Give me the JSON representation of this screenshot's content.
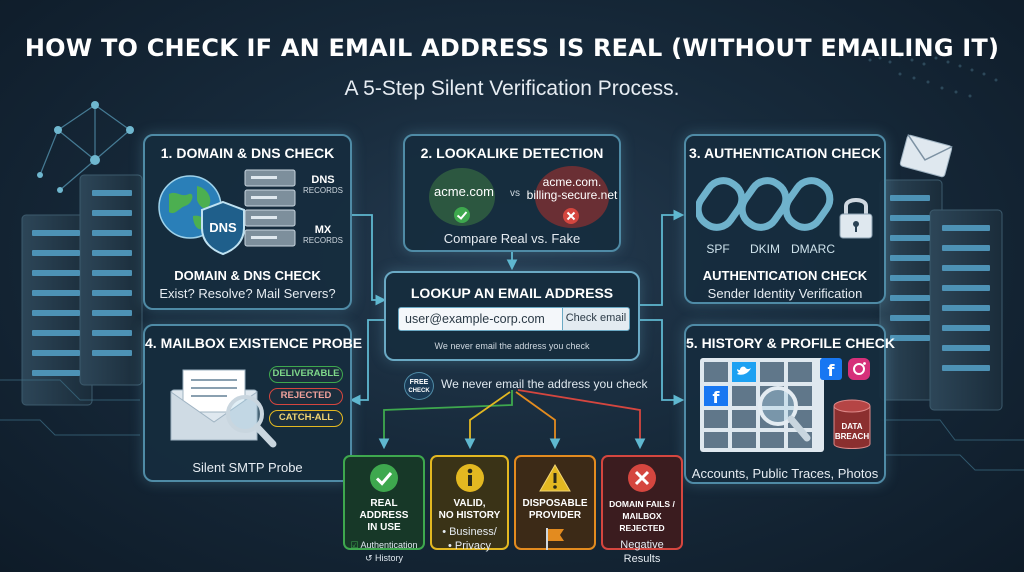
{
  "title": "HOW TO CHECK IF AN EMAIL ADDRESS IS REAL (WITHOUT EMAILING IT)",
  "subtitle": "A 5-Step Silent Verification Process.",
  "colors": {
    "panel_border": "#4f8ba6",
    "panel_bg": "#162c3e",
    "green": "#3ea84e",
    "yellow": "#e3b821",
    "orange": "#e38b1f",
    "red": "#d5463f",
    "arrow": "#5fb8d0"
  },
  "step1": {
    "title": "1. DOMAIN & DNS CHECK",
    "dns_label": "DNS",
    "dns_records": [
      "DNS",
      "RECORDS"
    ],
    "mx_records": [
      "MX",
      "RECORDS"
    ],
    "caption_title": "DOMAIN & DNS CHECK",
    "caption": "Exist? Resolve? Mail Servers?",
    "icons": [
      "globe-icon",
      "shield-icon",
      "server-stack-icon"
    ]
  },
  "step2": {
    "title": "2. LOOKALIKE DETECTION",
    "real_domain": "acme.com",
    "vs": "vs",
    "fake_domain_line1": "acme.com.",
    "fake_domain_line2": "billing-secure.net",
    "caption": "Compare Real vs. Fake"
  },
  "step3": {
    "title": "3. AUTHENTICATION CHECK",
    "protocols": [
      "SPF",
      "DKIM",
      "DMARC"
    ],
    "caption_title": "AUTHENTICATION CHECK",
    "caption": "Sender Identity Verification",
    "icons": [
      "chain-link-icon",
      "padlock-icon"
    ]
  },
  "lookup": {
    "title": "LOOKUP AN EMAIL ADDRESS",
    "input_value": "user@example-corp.com",
    "button_label": "Check email",
    "note": "We never email the address you check"
  },
  "free_check": {
    "badge_line1": "FREE",
    "badge_line2": "CHECK",
    "text": "We never email the address you check"
  },
  "step4": {
    "title": "4. MAILBOX EXISTENCE PROBE",
    "statuses": [
      "DELIVERABLE",
      "REJECTED",
      "CATCH-ALL"
    ],
    "caption": "Silent SMTP Probe",
    "icons": [
      "envelope-icon",
      "magnifier-icon"
    ]
  },
  "step5": {
    "title": "5. HISTORY & PROFILE CHECK",
    "data_breach_line1": "DATA",
    "data_breach_line2": "BREACH",
    "caption": "Accounts, Public Traces, Photos",
    "icons": [
      "facebook-icon",
      "instagram-icon",
      "twitter-icon",
      "magnifier-icon",
      "database-icon"
    ]
  },
  "results": [
    {
      "title_line1": "REAL ADDRESS",
      "title_line2": "IN USE",
      "line1": "Authentication",
      "line2": "History",
      "icon": "checkmark-icon"
    },
    {
      "title_line1": "VALID,",
      "title_line2": "NO HISTORY",
      "line1": "• Business/",
      "line2": "• Privacy",
      "icon": "info-icon"
    },
    {
      "title_line1": "DISPOSABLE",
      "title_line2": "PROVIDER",
      "line1": "",
      "line2": "",
      "icon": "warning-icon"
    },
    {
      "title_line1": "DOMAIN FAILS /",
      "title_line2": "MAILBOX REJECTED",
      "line1": "Negative",
      "line2": "Results",
      "icon": "x-mark-icon"
    }
  ]
}
